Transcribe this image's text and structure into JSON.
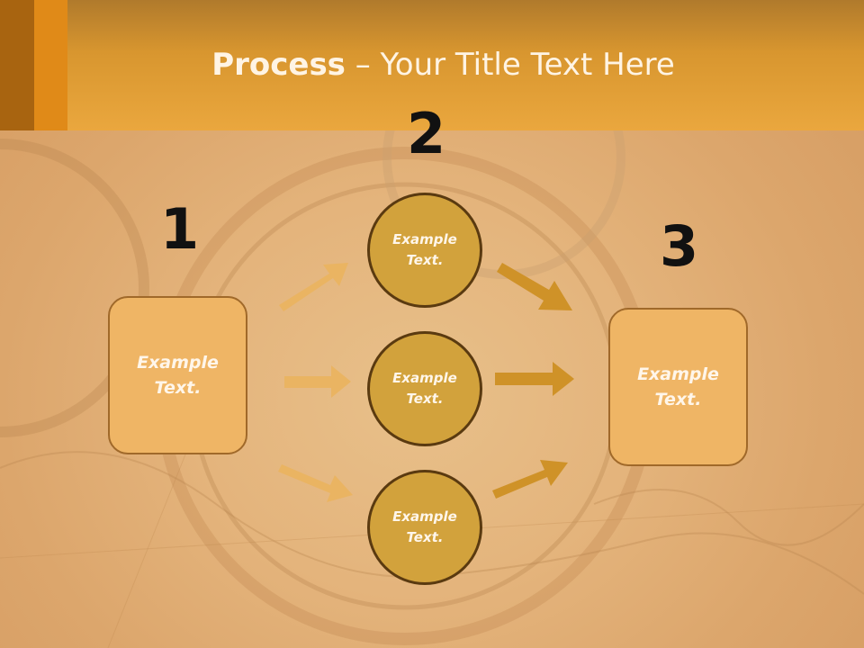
{
  "header": {
    "title_bold": "Process",
    "title_rest": " – Your Title Text Here"
  },
  "steps": {
    "one": {
      "number": "1",
      "label": "Example\nText."
    },
    "two": {
      "number": "2"
    },
    "three": {
      "number": "3",
      "label": "Example\nText."
    }
  },
  "middle_nodes": [
    {
      "label": "Example\nText."
    },
    {
      "label": "Example\nText."
    },
    {
      "label": "Example\nText."
    }
  ],
  "colors": {
    "header": "#e8a33c",
    "box_fill": "#efb565",
    "circle_fill": "#d2a23c",
    "arrow_left": "#eab462",
    "arrow_right": "#cf9228"
  }
}
